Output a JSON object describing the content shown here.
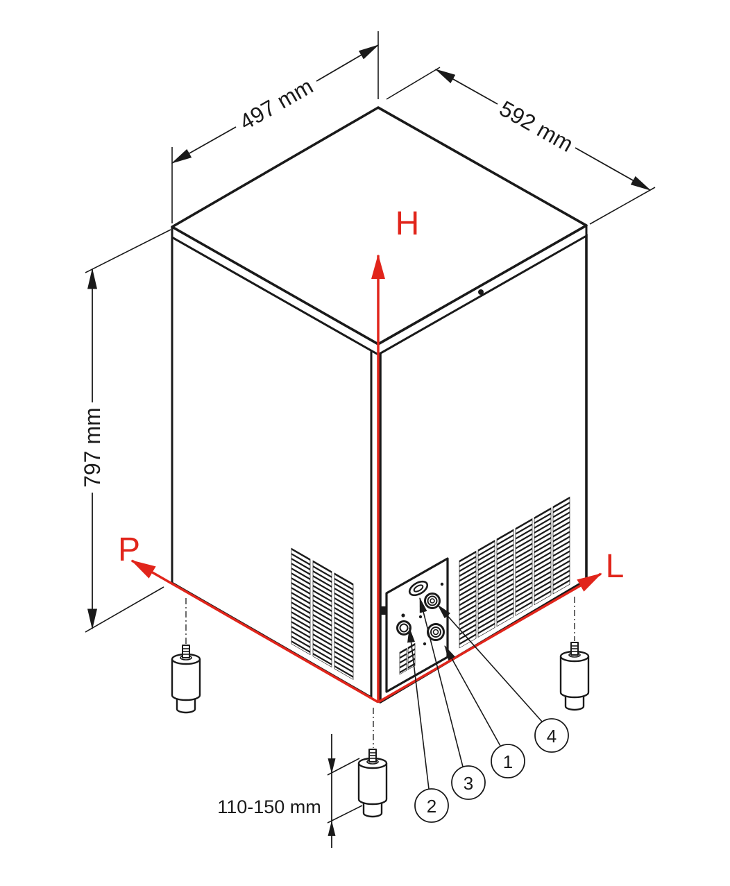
{
  "dimensions": {
    "width": "497 mm",
    "depth": "592 mm",
    "height": "797 mm",
    "foot_height": "110-150 mm"
  },
  "axes": {
    "vertical": "H",
    "left": "P",
    "right": "L"
  },
  "callouts": [
    {
      "number": "1"
    },
    {
      "number": "2"
    },
    {
      "number": "3"
    },
    {
      "number": "4"
    }
  ],
  "colors": {
    "axis": "#e1251b",
    "line": "#1a1a1a",
    "background": "#ffffff"
  }
}
